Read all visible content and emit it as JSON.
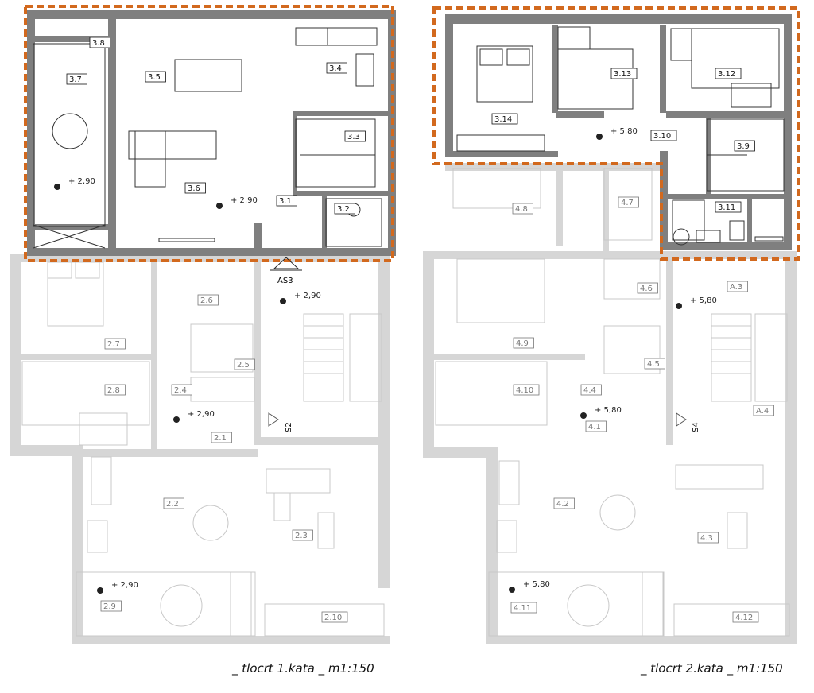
{
  "plans": [
    {
      "caption": "_ tlocrt 1.kata _ m1:150",
      "section_marker": "S2",
      "entrance_label": "AS3",
      "levels": [
        "+ 2,90",
        "+ 2,90",
        "+ 2,90",
        "+ 2,90",
        "+ 2,90"
      ],
      "rooms_highlighted": [
        "3.8",
        "3.7",
        "3.5",
        "3.4",
        "3.3",
        "3.6",
        "3.1",
        "3.2"
      ],
      "rooms_other": [
        "2.6",
        "2.7",
        "2.5",
        "2.8",
        "2.4",
        "2.1",
        "2.2",
        "2.3",
        "2.9",
        "2.10"
      ]
    },
    {
      "caption": "_ tlocrt 2.kata _ m1:150",
      "section_marker": "S4",
      "levels": [
        "+ 5,80",
        "+ 5,80",
        "+ 5,80",
        "+ 5,80"
      ],
      "rooms_highlighted": [
        "3.13",
        "3.12",
        "3.14",
        "3.10",
        "3.9",
        "3.11"
      ],
      "rooms_other": [
        "4.8",
        "4.7",
        "4.6",
        "A.3",
        "4.9",
        "4.5",
        "4.4",
        "4.10",
        "4.1",
        "A.4",
        "4.2",
        "4.3",
        "4.11",
        "4.12"
      ]
    }
  ],
  "colors": {
    "highlight": "#d2691e",
    "wall": "#7f7f7f",
    "faded": "#c8c8c8"
  }
}
